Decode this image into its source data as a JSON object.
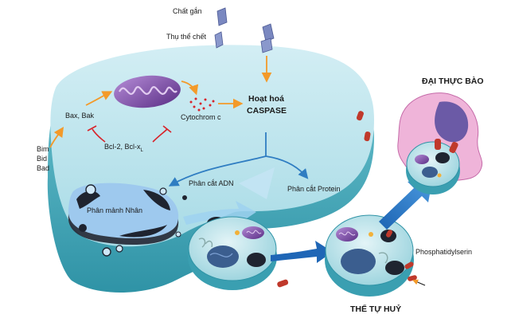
{
  "labels": {
    "ligand": "Chất gắn",
    "death_receptor": "Thụ thể chết",
    "bax_bak": "Bax, Bak",
    "bim_bid_bad": [
      "Bim",
      "Bid",
      "Bad"
    ],
    "bcl": "Bcl-2, Bcl-x",
    "bcl_sub": "L",
    "cytochrome": "Cytochrom c",
    "caspase_activation": [
      "Hoạt hoá",
      "CASPASE"
    ],
    "dna_cleavage": "Phân cắt ADN",
    "protein_cleavage": "Phân cắt Protein",
    "nuclear_fragmentation": "Phân mảnh Nhân",
    "macrophage": "ĐẠI THỰC BÀO",
    "phosphatidylserine": "Phosphatidylserin",
    "apoptotic_body": "THỂ TỰ HUỶ"
  },
  "colors": {
    "cell_fill": "#bde3ec",
    "cell_side": "#4fb1c1",
    "arrow_orange": "#f39a2a",
    "arrow_blue": "#2f7dc2",
    "inhibit_red": "#d8232a",
    "mitochondria": "#7b4ea6",
    "macrophage": "#efb4d9",
    "nucleus_dark": "#1f2430"
  }
}
